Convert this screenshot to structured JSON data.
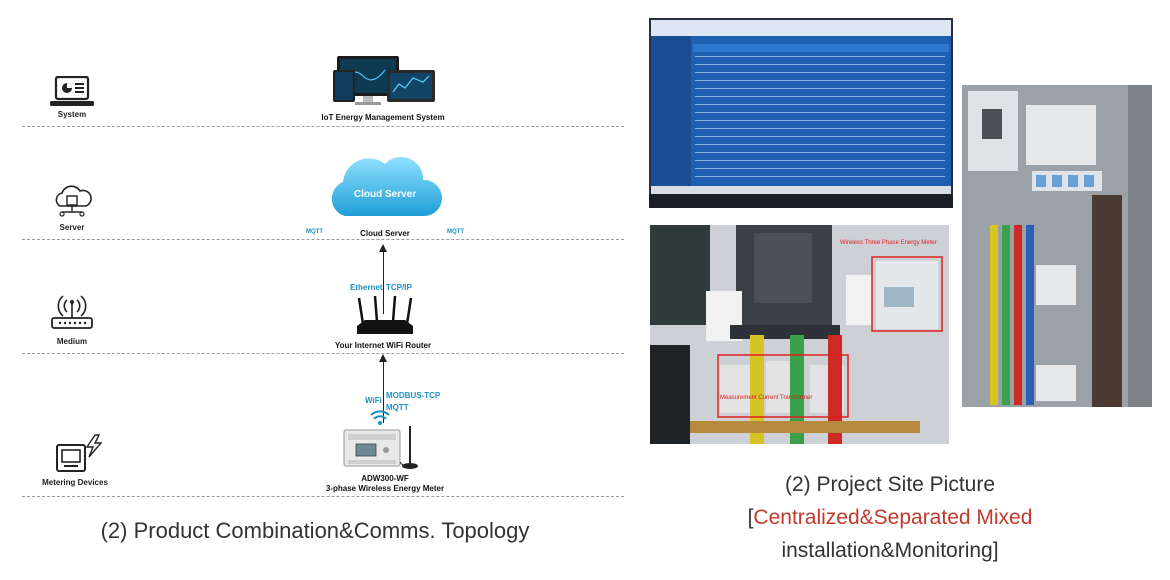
{
  "layers": {
    "system": "System",
    "server": "Server",
    "medium": "Medium",
    "metering": "Metering Devices"
  },
  "nodes": {
    "iot_system": "IoT Energy Management System",
    "cloud_badge": "Cloud Server",
    "cloud_server": "Cloud Server",
    "router": "Your Internet WiFi Router",
    "meter_model": "ADW300-WF",
    "meter_desc": "3-phase Wireless Energy Meter"
  },
  "protocols": {
    "mqtt_left": "MQTT",
    "mqtt_right": "MQTT",
    "ethernet": "Ethernet",
    "tcpip": "TCP/IP",
    "wifi": "WiFi",
    "modbus_tcp": "MODBUS-TCP",
    "mqtt_meter": "MQTT"
  },
  "photo_annotations": {
    "meter_box": "Wireless Three Phase Energy Meter",
    "ct_box": "Measurement Current Transformer"
  },
  "captions": {
    "left": "(2) Product Combination&Comms. Topology",
    "right_line1": "(2) Project Site Picture",
    "right_open": "[",
    "right_highlight": "Centralized&Separated Mixed",
    "right_line3": "installation&Monitoring]"
  },
  "colors": {
    "protocol_text": "#1c8fc4",
    "cloud": "#3fb6e6",
    "highlight_text": "#c0392b",
    "annotation_box": "#e02020"
  }
}
